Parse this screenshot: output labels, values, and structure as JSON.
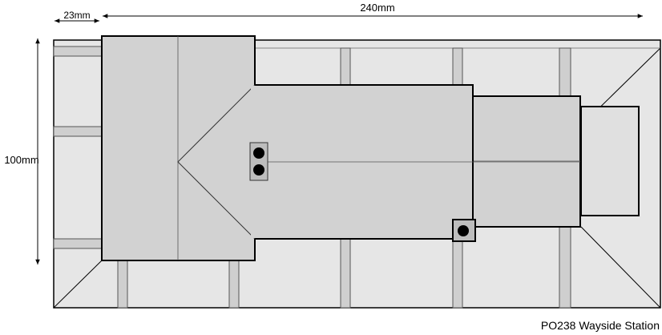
{
  "dimensions": {
    "left_margin_label": "23mm",
    "overall_length_label": "240mm",
    "overall_depth_label": "100mm"
  },
  "caption": "PO238 Wayside Station",
  "colors": {
    "base": "#e6e6e6",
    "roof": "#d2d2d2",
    "chimney": "#bdbdbd",
    "post": "#cfcfcf",
    "outline": "#000000",
    "fine_line": "#666666"
  }
}
